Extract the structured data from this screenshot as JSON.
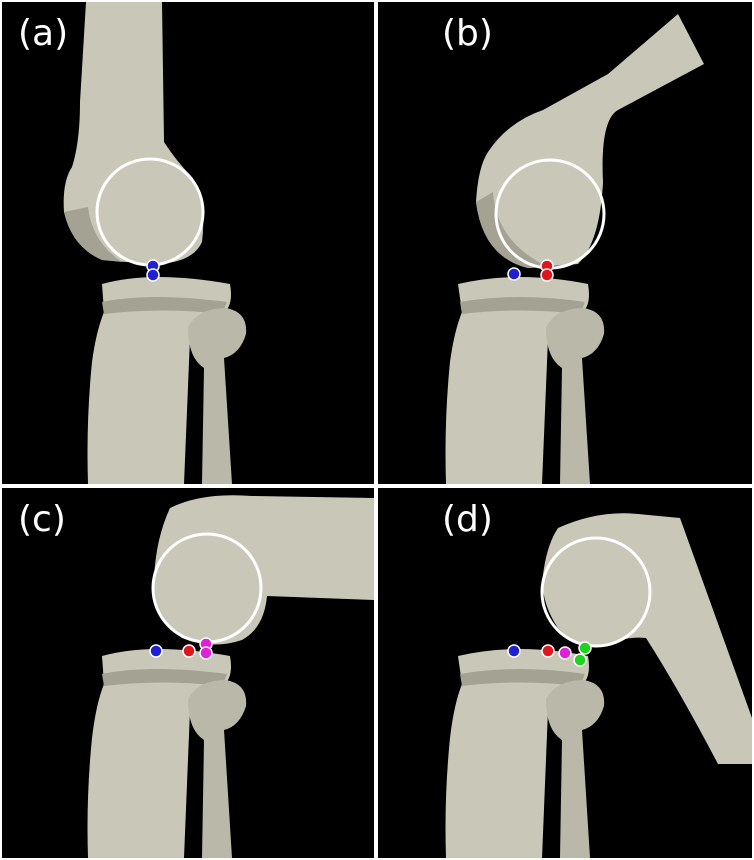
{
  "colors": {
    "background": "#000000",
    "bone": "#c9c8b8",
    "bone_shadow": "#a3a293",
    "circle": "#ffffff",
    "marker_blue": "#1f1fd6",
    "marker_red": "#e0161c",
    "marker_magenta": "#e020d8",
    "marker_green": "#1ed21e"
  },
  "panels": [
    {
      "id": "a",
      "label": "(a)",
      "markers": [
        "blue"
      ]
    },
    {
      "id": "b",
      "label": "(b)",
      "markers": [
        "blue",
        "red"
      ]
    },
    {
      "id": "c",
      "label": "(c)",
      "markers": [
        "blue",
        "red",
        "magenta"
      ]
    },
    {
      "id": "d",
      "label": "(d)",
      "markers": [
        "blue",
        "red",
        "magenta",
        "green"
      ]
    }
  ]
}
